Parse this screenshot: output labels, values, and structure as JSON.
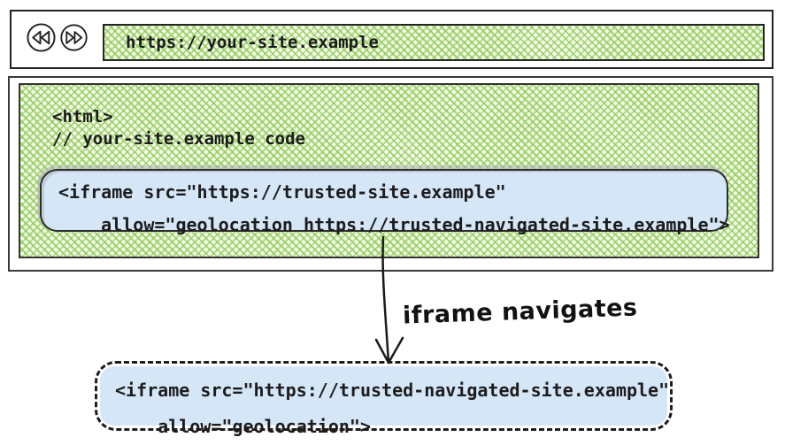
{
  "colors": {
    "ink": "#222222",
    "green_hatch_line": "#92cd5c",
    "green_hatch_bg": "#f6fbec",
    "blue_fill": "#d5e6f7",
    "shadow_gray": "#aab2b8"
  },
  "browser_chrome": {
    "back_icon": "rewind-double-arrow",
    "forward_icon": "fast-forward-double-arrow",
    "address_url": "https://your-site.example"
  },
  "page": {
    "code_line_1": "<html>",
    "code_line_2": "// your-site.example code"
  },
  "iframe_embed": {
    "code_line_1": "<iframe src=\"https://trusted-site.example\"",
    "code_line_2": "    allow=\"geolocation https://trusted-navigated-site.example\">"
  },
  "navigation": {
    "arrow_label": "iframe navigates"
  },
  "iframe_navigated": {
    "code_line_1": "<iframe src=\"https://trusted-navigated-site.example\"",
    "code_line_2": "    allow=\"geolocation\">"
  }
}
